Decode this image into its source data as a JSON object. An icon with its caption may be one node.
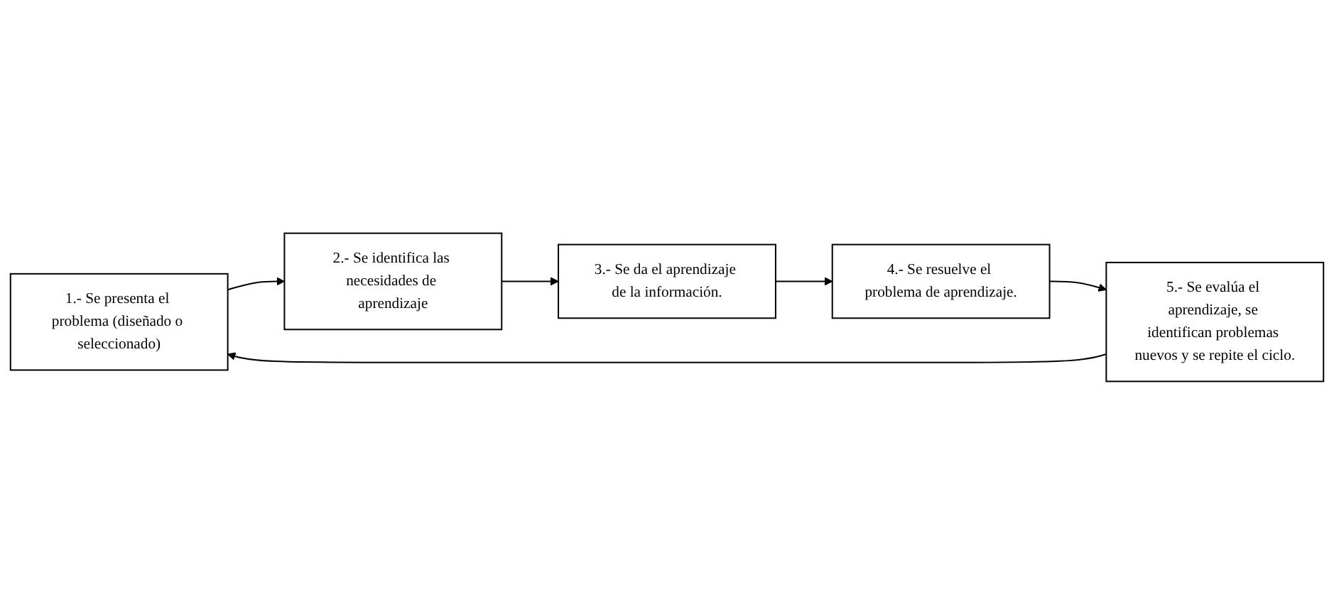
{
  "diagram": {
    "nodes": [
      {
        "text": [
          "1.- Se presenta el problema (diseñado o seleccionado)"
        ]
      },
      {
        "text": [
          "2.- Se identifica las necesidades de aprendizaje"
        ]
      },
      {
        "text": [
          "3.- Se da el aprendizaje de la información."
        ]
      },
      {
        "text": [
          "4.- Se resuelve el problema de aprendizaje."
        ]
      },
      {
        "text": [
          "5.- Se evalúa el aprendizaje, se identifican problemas nuevos y se repite el ciclo."
        ]
      }
    ],
    "edges": [
      {
        "from": 0,
        "to": 1,
        "arrow": "to"
      },
      {
        "from": 1,
        "to": 2,
        "arrow": "to"
      },
      {
        "from": 2,
        "to": 3,
        "arrow": "to"
      },
      {
        "from": 3,
        "to": 4,
        "arrow": "to"
      },
      {
        "from": 4,
        "to": 0,
        "arrow": "to"
      }
    ]
  }
}
